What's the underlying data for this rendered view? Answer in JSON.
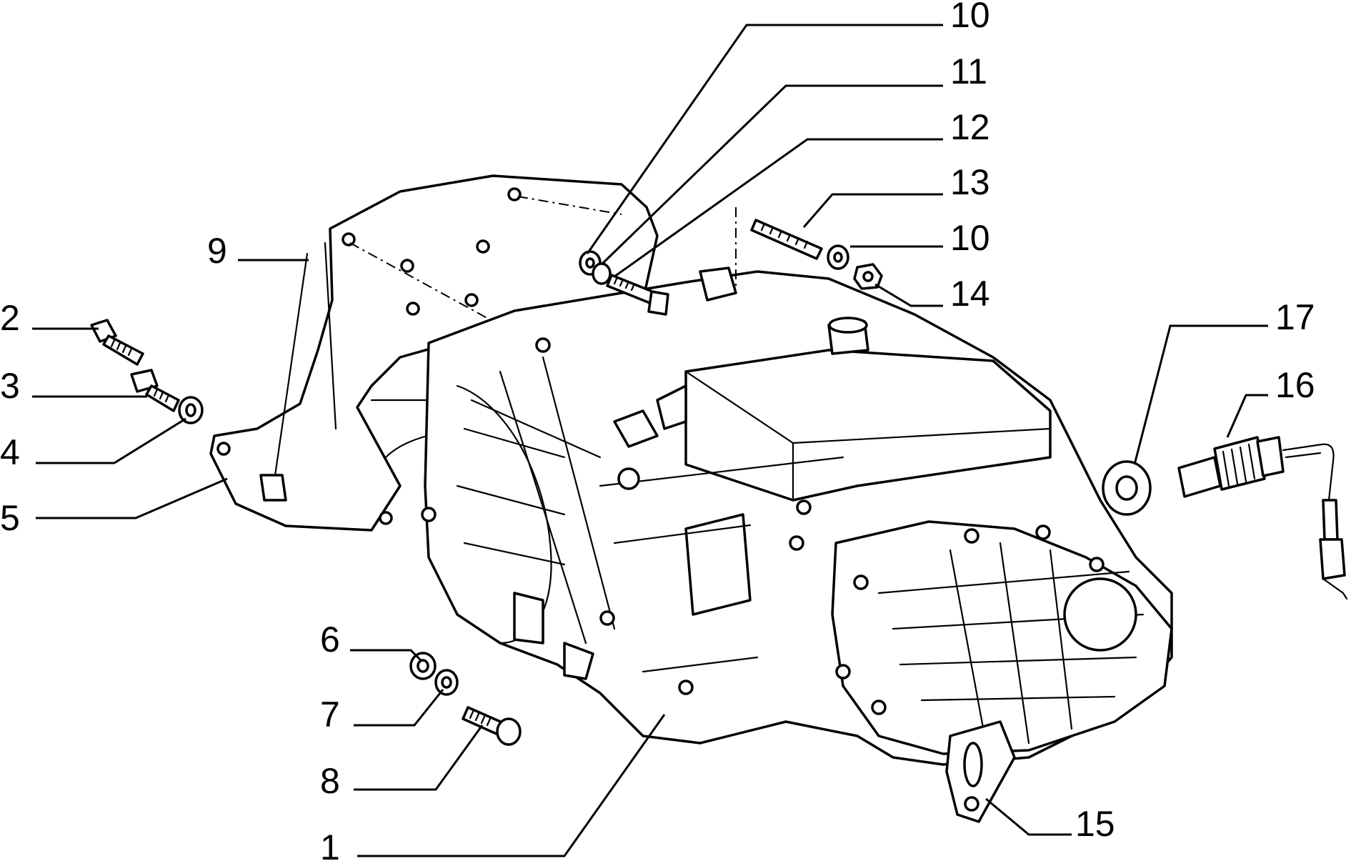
{
  "callouts": [
    {
      "id": "1",
      "label": "1"
    },
    {
      "id": "2",
      "label": "2"
    },
    {
      "id": "3",
      "label": "3"
    },
    {
      "id": "4",
      "label": "4"
    },
    {
      "id": "5",
      "label": "5"
    },
    {
      "id": "6",
      "label": "6"
    },
    {
      "id": "7",
      "label": "7"
    },
    {
      "id": "8",
      "label": "8"
    },
    {
      "id": "9",
      "label": "9"
    },
    {
      "id": "10a",
      "label": "10"
    },
    {
      "id": "11",
      "label": "11"
    },
    {
      "id": "12",
      "label": "12"
    },
    {
      "id": "13",
      "label": "13"
    },
    {
      "id": "10b",
      "label": "10"
    },
    {
      "id": "14",
      "label": "14"
    },
    {
      "id": "17",
      "label": "17"
    },
    {
      "id": "16",
      "label": "16"
    },
    {
      "id": "15",
      "label": "15"
    }
  ]
}
